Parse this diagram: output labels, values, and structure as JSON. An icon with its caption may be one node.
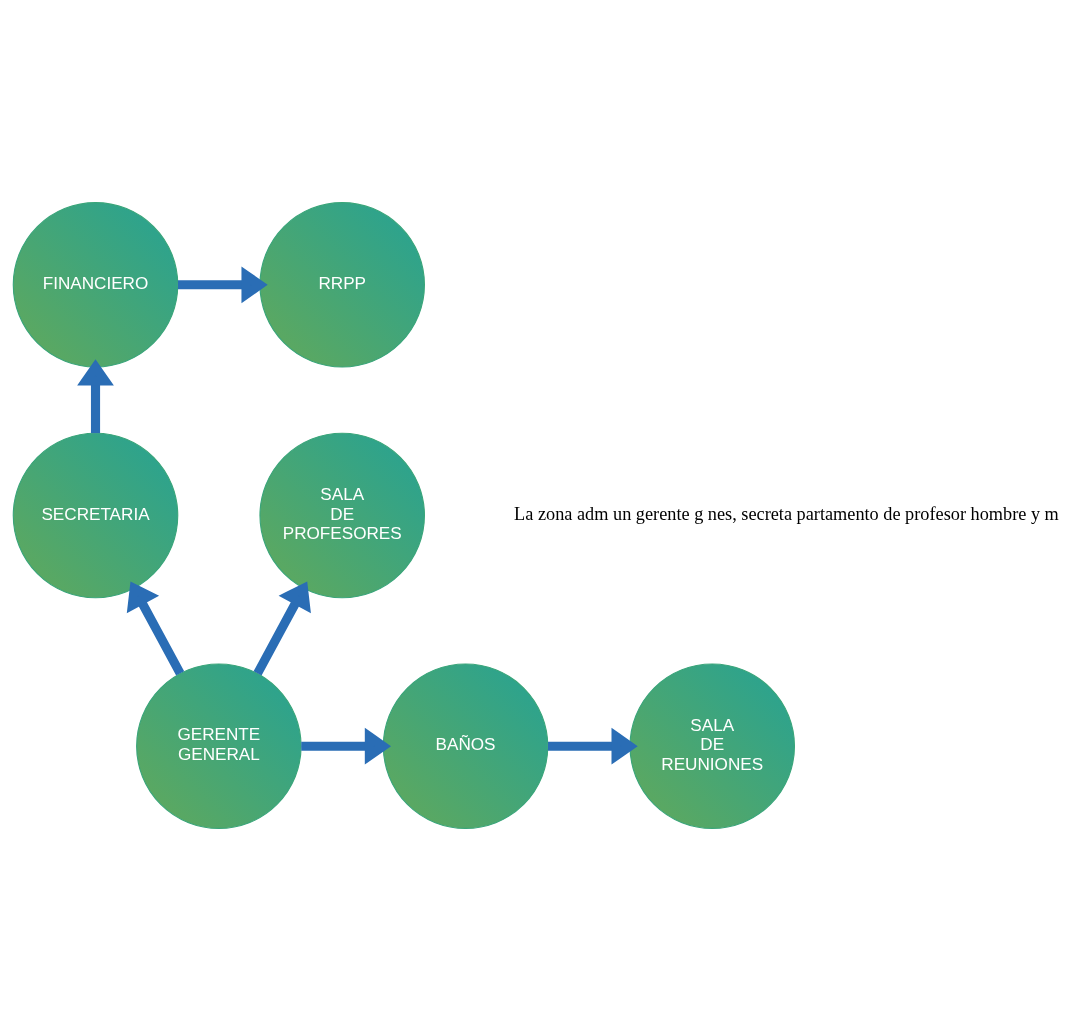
{
  "diagram": {
    "nodes": [
      {
        "text": [
          "FINANCIERO"
        ]
      },
      {
        "text": [
          "RRPP"
        ]
      },
      {
        "text": [
          "SECRETARIA"
        ]
      },
      {
        "text": [
          "SALA DE PROFESORES"
        ]
      },
      {
        "text": [
          "GERENTE GENERAL"
        ]
      },
      {
        "text": [
          "BAÑOS"
        ]
      },
      {
        "text": [
          "SALA DE REUNIONES"
        ]
      }
    ],
    "edges": [
      {
        "from": 0,
        "to": 1,
        "arrow": "to"
      },
      {
        "from": 2,
        "to": 0,
        "arrow": "to"
      },
      {
        "from": 4,
        "to": 2,
        "arrow": "to"
      },
      {
        "from": 4,
        "to": 3,
        "arrow": "to"
      },
      {
        "from": 4,
        "to": 5,
        "arrow": "to"
      },
      {
        "from": 5,
        "to": 6,
        "arrow": "to"
      }
    ],
    "labels": [
      "La zona adm un gerente g nes, secreta partamento de profesor hombre y m"
    ]
  }
}
